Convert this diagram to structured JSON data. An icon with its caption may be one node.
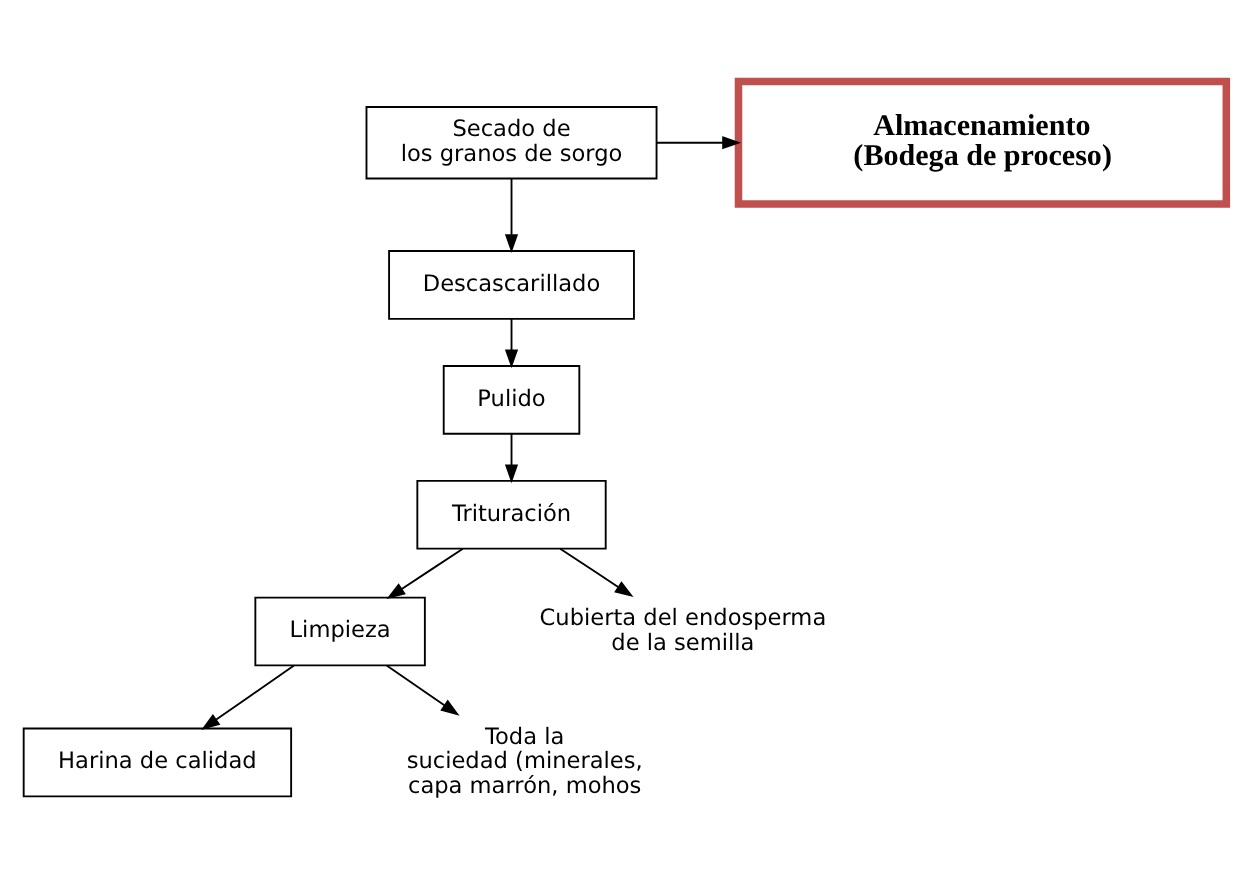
{
  "diagram": {
    "nodes": [
      {
        "text": [
          "Secado de los granos de sorgo"
        ]
      },
      {
        "text": [
          "Almacenamiento (Bodega de proceso)"
        ]
      },
      {
        "text": [
          "Descascarillado"
        ]
      },
      {
        "text": [
          "Pulido"
        ]
      },
      {
        "text": [
          "Trituración"
        ]
      },
      {
        "text": [
          "Limpieza"
        ]
      },
      {
        "text": [
          "Harina de calidad"
        ]
      },
      {
        "text": [
          "Cubierta del endosperma de la semilla"
        ]
      },
      {
        "text": [
          "Toda la suciedad (minerales, capa marrón, mohos"
        ]
      }
    ],
    "edges": [
      {
        "from": 0,
        "to": 2,
        "arrow": "to"
      },
      {
        "from": 0,
        "to": 1,
        "arrow": "to"
      },
      {
        "from": 2,
        "to": 3,
        "arrow": "to"
      },
      {
        "from": 3,
        "to": 4,
        "arrow": "to"
      },
      {
        "from": 4,
        "to": 5,
        "arrow": "to"
      },
      {
        "from": 4,
        "to": 7,
        "arrow": "to"
      },
      {
        "from": 5,
        "to": 6,
        "arrow": "to"
      },
      {
        "from": 5,
        "to": 8,
        "arrow": "to"
      }
    ]
  }
}
